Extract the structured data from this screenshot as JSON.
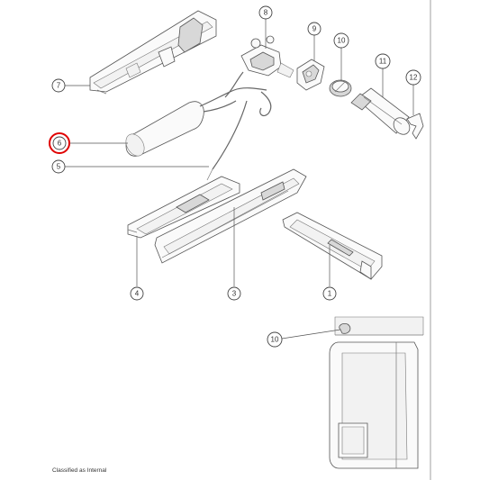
{
  "diagram": {
    "callouts": [
      {
        "id": "c1",
        "label": "1"
      },
      {
        "id": "c3",
        "label": "3"
      },
      {
        "id": "c4",
        "label": "4"
      },
      {
        "id": "c5",
        "label": "5"
      },
      {
        "id": "c6",
        "label": "6"
      },
      {
        "id": "c7",
        "label": "7"
      },
      {
        "id": "c8",
        "label": "8"
      },
      {
        "id": "c9",
        "label": "9"
      },
      {
        "id": "c10",
        "label": "10"
      },
      {
        "id": "c11",
        "label": "11"
      },
      {
        "id": "c12",
        "label": "12"
      },
      {
        "id": "c10b",
        "label": "10"
      }
    ],
    "highlight_color": "#e00000",
    "highlighted_label": "6"
  },
  "footer": {
    "classification": "Classified as Internal"
  }
}
